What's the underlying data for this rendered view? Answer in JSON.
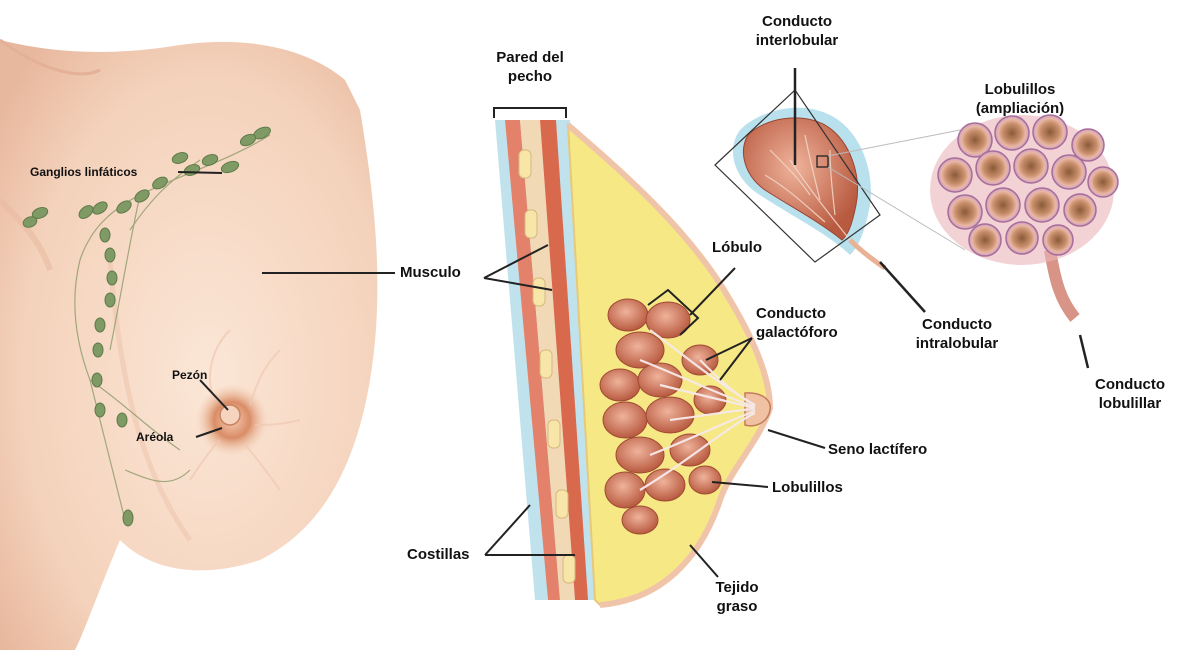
{
  "labels": {
    "ganglios": "Ganglios linfáticos",
    "pezon": "Pezón",
    "areola": "Aréola",
    "musculo": "Musculo",
    "pared_l1": "Pared del",
    "pared_l2": "pecho",
    "costillas": "Costillas",
    "lobulo": "Lóbulo",
    "galact_l1": "Conducto",
    "galact_l2": "galactóforo",
    "seno": "Seno lactífero",
    "lobulillos": "Lobulillos",
    "tejido_l1": "Tejido",
    "tejido_l2": "graso",
    "inter_l1": "Conducto",
    "inter_l2": "interlobular",
    "intra_l1": "Conducto",
    "intra_l2": "intralobular",
    "amp_l1": "Lobulillos",
    "amp_l2": "(ampliación)",
    "lobulil_l1": "Conducto",
    "lobulil_l2": "lobulillar"
  },
  "colors": {
    "skin": "#f6d8c4",
    "skin_shadow": "#e9b8a0",
    "lymph": "#7f9a64",
    "fat": "#f5e77c",
    "muscle": "#e07a5c",
    "lobe": "#c7644a",
    "lobe_light": "#e59a80",
    "duct_blue": "#9fd3e6",
    "line": "#222222"
  }
}
